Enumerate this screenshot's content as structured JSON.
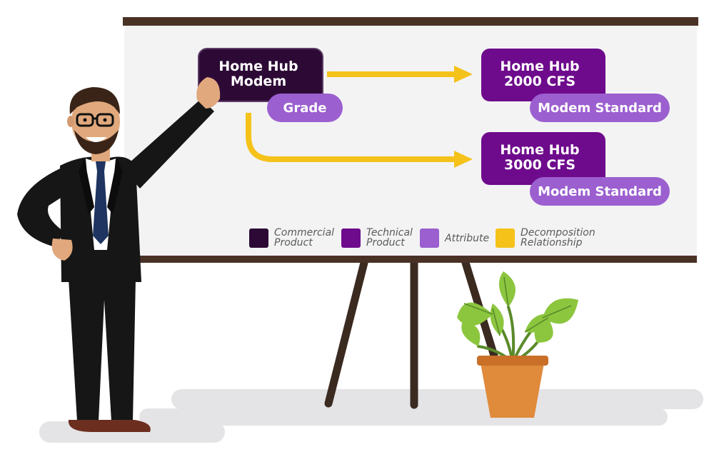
{
  "colors": {
    "commercial_product": "#2d0a36",
    "technical_product": "#6e0a8c",
    "attribute": "#9b5fcf",
    "decomposition": "#f5c21a",
    "board": "#f3f3f4",
    "board_frame": "#4a3126"
  },
  "diagram": {
    "source": {
      "title_line1": "Home Hub",
      "title_line2": "Modem",
      "attribute": "Grade"
    },
    "targets": [
      {
        "title_line1": "Home Hub",
        "title_line2": "2000 CFS",
        "attribute": "Modem Standard"
      },
      {
        "title_line1": "Home Hub",
        "title_line2": "3000 CFS",
        "attribute": "Modem Standard"
      }
    ]
  },
  "legend": {
    "commercial": {
      "line1": "Commercial",
      "line2": "Product"
    },
    "technical": {
      "line1": "Technical",
      "line2": "Product"
    },
    "attribute": {
      "line1": "Attribute"
    },
    "decomposition": {
      "line1": "Decomposition",
      "line2": "Relationship"
    }
  },
  "illustration": {
    "presenter": "presenter-man-illustration",
    "plant": "potted-plant-illustration",
    "easel": "easel-illustration"
  }
}
